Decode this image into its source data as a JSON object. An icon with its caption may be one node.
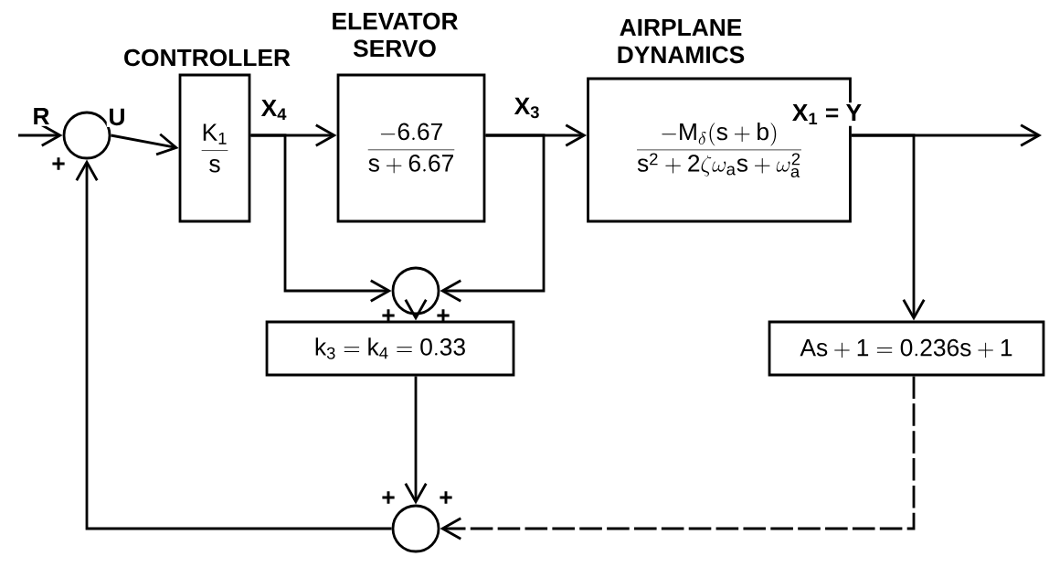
{
  "diagram": {
    "nodes": [
      {
        "text": [],
        "shape": "circle",
        "beside": [
          "+"
        ]
      },
      {
        "text": [
          "CONTROLLER",
          "\\frac{\\mathsf{K_1}}{\\mathsf{s}}"
        ]
      },
      {
        "text": [
          "ELEVATOR SERVO",
          "\\frac{\\mathsf{-6.67}}{\\mathsf{s + 6.67}}"
        ]
      },
      {
        "text": [
          "AIRPLANE DYNAMICS",
          "\\frac{\\mathsf{-M_\\delta(s+b)}}{\\mathsf{s^2 + 2}\\zeta\\omega_{\\mathsf{a}}\\mathsf{s} + \\omega_{\\mathsf{a}}^{\\mathsf{2}}}"
        ]
      },
      {
        "text": [],
        "shape": "circle",
        "beside": [
          "+",
          "+"
        ]
      },
      {
        "text": [
          "\\mathsf{k_3 = k_4 = 0.33}"
        ]
      },
      {
        "text": [
          "\\mathsf{As + 1 = 0.236s+1}"
        ]
      },
      {
        "text": [],
        "shape": "circle",
        "beside": [
          "+",
          "+"
        ]
      }
    ],
    "edges": [
      {
        "from": null,
        "to": 0,
        "arrow": "to",
        "label": "R"
      },
      {
        "from": 0,
        "to": 1,
        "arrow": "to",
        "label": "U"
      },
      {
        "from": 1,
        "to": 2,
        "arrow": "to",
        "label": "X$_{4}$"
      },
      {
        "from": 2,
        "to": 3,
        "arrow": "to",
        "label": "X$_{3}$"
      },
      {
        "from": 3,
        "to": null,
        "arrow": "to",
        "label": "X$_{1}$ = Y"
      },
      {
        "from": 1,
        "to": 4,
        "arrow": "to"
      },
      {
        "from": 2,
        "to": 4,
        "arrow": "to"
      },
      {
        "from": 4,
        "to": 5,
        "arrow": "to"
      },
      {
        "from": 3,
        "to": 6,
        "arrow": "to"
      },
      {
        "from": 5,
        "to": 7,
        "arrow": "to"
      },
      {
        "from": 6,
        "to": 7,
        "arrow": "to",
        "style": "dashed"
      },
      {
        "from": 7,
        "to": 0,
        "arrow": "to"
      }
    ]
  }
}
